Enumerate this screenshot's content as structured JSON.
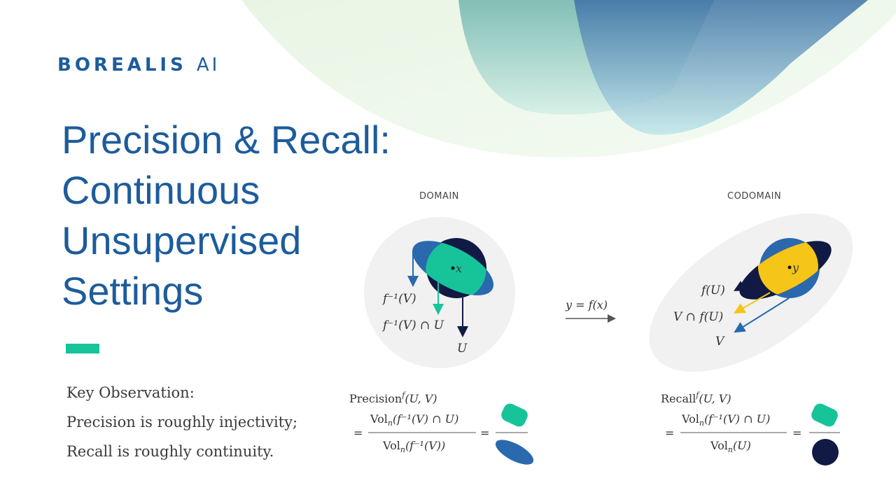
{
  "logo": {
    "brand": "BOREALIS",
    "suffix": "AI"
  },
  "title": {
    "lines": [
      "Precision & Recall:",
      "Continuous",
      "Unsupervised",
      "Settings"
    ]
  },
  "observation": {
    "heading": "Key Observation:",
    "line1": "Precision is roughly injectivity;",
    "line2": "Recall is roughly continuity."
  },
  "diagram": {
    "domain_label": "DOMAIN",
    "codomain_label": "CODOMAIN",
    "map_label": "y = f(x)",
    "domain": {
      "point": "x",
      "labels": {
        "preimage": "f⁻¹(V)",
        "intersection": "f⁻¹(V) ∩ U",
        "set": "U"
      }
    },
    "codomain": {
      "point": "y",
      "labels": {
        "image": "f(U)",
        "intersection": "V ∩ f(U)",
        "set": "V"
      }
    },
    "precision": {
      "lhs": "Precision",
      "sup": "f",
      "args": "(U, V)",
      "numerator": "Vol",
      "numerator_sub": "n",
      "numerator_arg": "(f⁻¹(V) ∩ U)",
      "denominator": "Vol",
      "denominator_sub": "n",
      "denominator_arg": "(f⁻¹(V))",
      "equals": "="
    },
    "recall": {
      "lhs": "Recall",
      "sup": "f",
      "args": "(U, V)",
      "numerator": "Vol",
      "numerator_sub": "n",
      "numerator_arg": "(f⁻¹(V) ∩ U)",
      "denominator": "Vol",
      "denominator_sub": "n",
      "denominator_arg": "(U)",
      "equals": "="
    }
  },
  "colors": {
    "brand_blue": "#1d5c9c",
    "teal": "#17c49a",
    "mid_blue": "#2a69ad",
    "navy": "#101a44",
    "yellow": "#f5c518",
    "panel_gray": "#f1f1f1"
  }
}
